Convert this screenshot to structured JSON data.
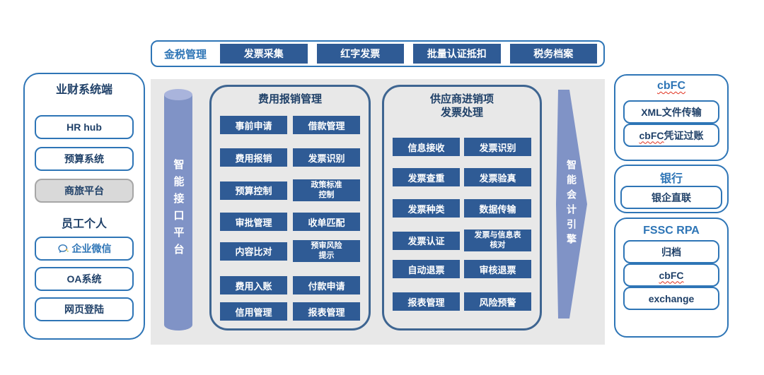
{
  "colors": {
    "accent_blue": "#2E75B6",
    "navy_text": "#1F4068",
    "chip_blue": "#2F5B95",
    "pillar_blue": "#8093C6",
    "pillar_top": "#A9B4DC",
    "stage_gray": "#E8E8E8",
    "disabled_gray": "#D9D9D9",
    "spellcheck_red": "#E0301E"
  },
  "top_bar": {
    "title": "金税管理",
    "buttons": [
      {
        "label": "发票采集"
      },
      {
        "label": "红字发票"
      },
      {
        "label": "批量认证抵扣"
      },
      {
        "label": "税务档案"
      }
    ]
  },
  "left_panel": {
    "business_section_title": "业财系统端",
    "business_items": [
      {
        "label": "HR hub"
      },
      {
        "label": "预算系统"
      },
      {
        "label": "商旅平台",
        "state": "disabled"
      }
    ],
    "personal_section_title": "员工个人",
    "personal_items": [
      {
        "label": "企业微信",
        "icon": "wechat-work-icon"
      },
      {
        "label": "OA系统"
      },
      {
        "label": "网页登陆"
      }
    ]
  },
  "interface_pillar": {
    "label": "智能接口平台"
  },
  "expense_box": {
    "title": "费用报销管理",
    "modules": [
      "事前申请",
      "借款管理",
      "费用报销",
      "发票识别",
      "预算控制",
      "政策标准\n控制",
      "审批管理",
      "收单匹配",
      "内容比对",
      "预审风险\n提示",
      "费用入账",
      "付款申请",
      "信用管理",
      "报表管理"
    ]
  },
  "supplier_box": {
    "title": "供应商进销项\n发票处理",
    "modules": [
      "信息接收",
      "发票识别",
      "发票查重",
      "发票验真",
      "发票种类",
      "数据传输",
      "发票认证",
      "发票与信息表\n核对",
      "自动退票",
      "审核退票",
      "报表管理",
      "风险预警"
    ]
  },
  "accounting_engine": {
    "label": "智能会计引擎"
  },
  "right_panel": {
    "cbfc_box": {
      "title": "cbFC",
      "items": [
        {
          "label": "XML文件传输"
        },
        {
          "prefix": "cbFC",
          "suffix": "凭证过账"
        }
      ]
    },
    "bank_box": {
      "title": "银行",
      "items": [
        {
          "label": "银企直联"
        }
      ]
    },
    "rpa_box": {
      "title": "FSSC RPA",
      "items": [
        {
          "label": "归档"
        },
        {
          "label": "cbFC",
          "spellcheck": true
        },
        {
          "label": "exchange"
        }
      ]
    }
  }
}
